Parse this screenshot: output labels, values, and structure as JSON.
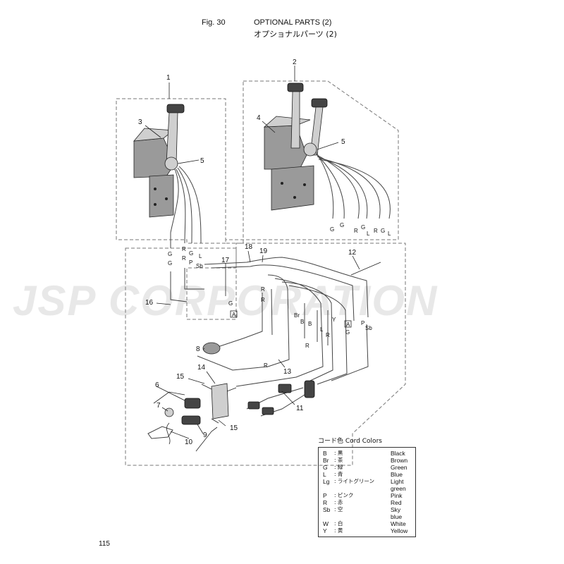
{
  "header": {
    "fig": "Fig. 30",
    "title_en": "OPTIONAL PARTS (2)",
    "title_ja": "オプショナルパーツ (2)"
  },
  "watermark": "JSP CORPORATION",
  "page_number": "115",
  "callouts": {
    "c1": "1",
    "c2": "2",
    "c3": "3",
    "c4": "4",
    "c5a": "5",
    "c5b": "5",
    "c6": "6",
    "c7": "7",
    "c8": "8",
    "c9": "9",
    "c10": "10",
    "c11": "11",
    "c12": "12",
    "c13": "13",
    "c14": "14",
    "c15a": "15",
    "c15b": "15",
    "c16": "16",
    "c17": "17",
    "c18": "18",
    "c19": "19"
  },
  "wire_labels": {
    "l1_g1": "G",
    "l1_g2": "G",
    "l1_r1": "R",
    "l1_r2": "R",
    "l1_g3": "G",
    "l1_p": "P",
    "l1_l": "L",
    "l1_sb": "Sb",
    "l2_g1": "G",
    "l2_g2": "G",
    "l2_r1": "R",
    "l2_g3": "G",
    "l2_l1": "L",
    "l2_r2": "R",
    "l2_g4": "G",
    "l2_l2": "L",
    "h_r1": "R",
    "h_r2": "R",
    "h_g": "G",
    "h_a1": "A",
    "h_br": "Br",
    "h_b1": "B",
    "h_b2": "B",
    "h_l": "L",
    "h_y": "Y",
    "h_a2": "A",
    "h_g2": "G",
    "h_p": "P",
    "h_sb": "Sb",
    "h_r3": "R",
    "h_r4": "R",
    "h_r5": "R"
  },
  "legend": {
    "title": "コード色 Cord Colors",
    "rows": [
      {
        "code": "B",
        "ja": ": 黒",
        "en": "Black"
      },
      {
        "code": "Br",
        "ja": ": 茶",
        "en": "Brown"
      },
      {
        "code": "G",
        "ja": ": 緑",
        "en": "Green"
      },
      {
        "code": "L",
        "ja": ": 青",
        "en": "Blue"
      },
      {
        "code": "Lg",
        "ja": ": ライトグリーン",
        "en": "Light green"
      },
      {
        "code": "P",
        "ja": ": ピンク",
        "en": "Pink"
      },
      {
        "code": "R",
        "ja": ": 赤",
        "en": "Red"
      },
      {
        "code": "Sb",
        "ja": ": 空",
        "en": "Sky blue"
      },
      {
        "code": "W",
        "ja": ": 白",
        "en": "White"
      },
      {
        "code": "Y",
        "ja": ": 黄",
        "en": "Yellow"
      }
    ]
  }
}
